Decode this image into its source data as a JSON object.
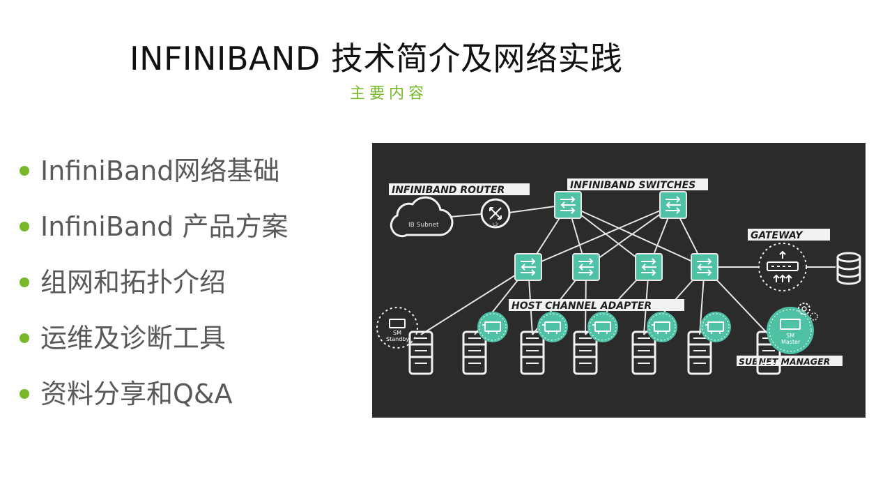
{
  "header": {
    "title": "INFINIBAND 技术简介及网络实践",
    "subtitle": "主要内容"
  },
  "agenda": [
    {
      "text": "InfiniBand网络基础"
    },
    {
      "text": "InfiniBand 产品方案"
    },
    {
      "text": "组网和拓扑介绍"
    },
    {
      "text": "运维及诊断工具"
    },
    {
      "text": "资料分享和Q&A"
    }
  ],
  "diagram": {
    "labels": {
      "router": "INFINIBAND ROUTER",
      "switches": "INFINIBAND SWITCHES",
      "gateway": "GATEWAY",
      "hca": "HOST CHANNEL ADAPTER",
      "subnet_manager": "SUBNET MANAGER"
    },
    "ib_subnet": "IB Subnet",
    "router_tag": "L3",
    "sm_standby": [
      "SM",
      "Standby"
    ],
    "sm_master": [
      "SM",
      "Master"
    ]
  },
  "colors": {
    "accent_green": "#76b82a",
    "switch_teal": "#4fc2a6",
    "diagram_bg": "#2b2b2b"
  }
}
